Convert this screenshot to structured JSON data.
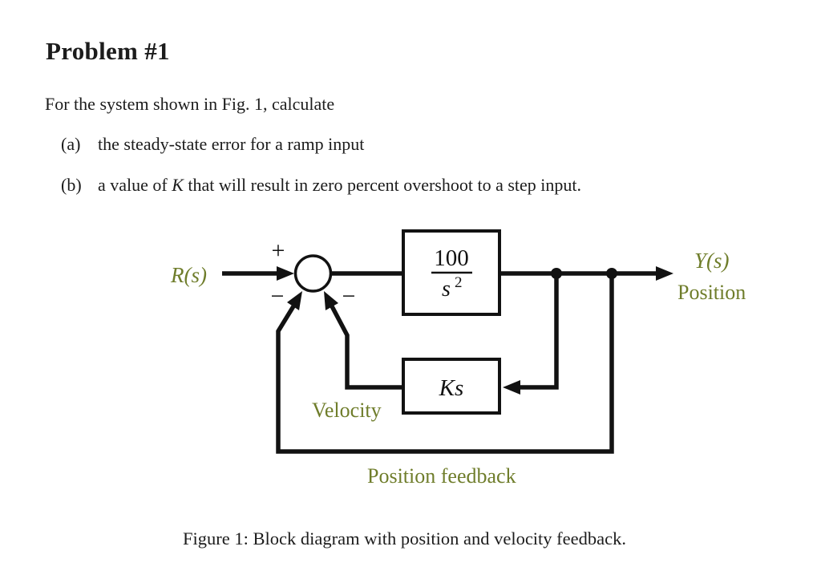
{
  "document": {
    "title": "Problem #1",
    "intro": "For the system shown in Fig. 1, calculate",
    "list": [
      {
        "label": "(a)",
        "pre": "the steady-state error for a ramp input",
        "math": "",
        "post": ""
      },
      {
        "label": "(b)",
        "pre": "a value of ",
        "math": "K",
        "post": " that will result in zero percent overshoot to a step input."
      }
    ],
    "figure_caption": "Figure 1: Block diagram with position and velocity feedback."
  },
  "diagram": {
    "input_label": "R(s)",
    "summing_junction": {
      "plus": "+",
      "minus_left": "−",
      "minus_right": "−"
    },
    "forward_block": {
      "numerator": "100",
      "denominator": "s",
      "denominator_exponent": "2"
    },
    "velocity_block": {
      "gain": "Ks"
    },
    "output_label": "Y(s)",
    "output_sublabel": "Position",
    "velocity_label": "Velocity",
    "position_feedback_label": "Position feedback",
    "colors": {
      "label_olive": "#6f7d2b",
      "diagram_black": "#121212"
    }
  }
}
